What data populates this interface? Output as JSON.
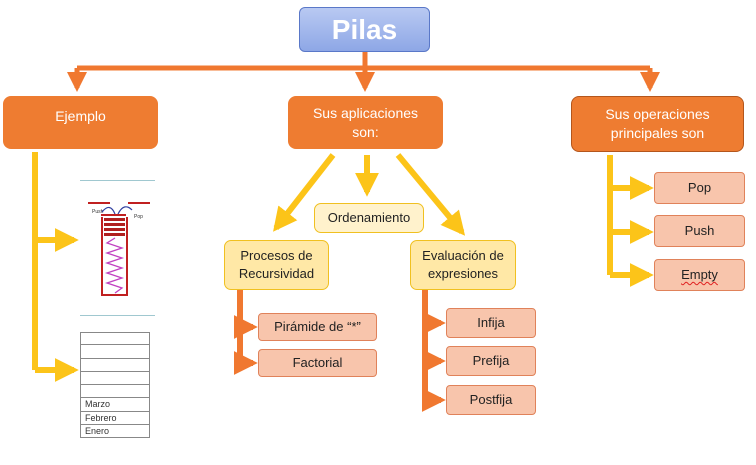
{
  "title": "Pilas",
  "branches": {
    "ejemplo": "Ejemplo",
    "aplicaciones": "Sus aplicaciones son:",
    "operaciones": "Sus operaciones principales son"
  },
  "aplicaciones": {
    "ordenamiento": "Ordenamiento",
    "recursividad": "Procesos de Recursividad",
    "evaluacion": "Evaluación de expresiones"
  },
  "recursividad_items": [
    "Pirámide de “*”",
    "Factorial"
  ],
  "evaluacion_items": [
    "Infija",
    "Prefija",
    "Postfija"
  ],
  "operaciones_items": [
    "Pop",
    "Push",
    "Empty"
  ],
  "stack_figure": {
    "push_label": "Push",
    "pop_label": "Pop"
  },
  "stack_list": [
    "",
    "",
    "",
    "",
    "",
    "Marzo",
    "Febrero",
    "Enero"
  ],
  "colors": {
    "root": "#8ea7e6",
    "branch": "#ee7c31",
    "application": "#ffe8a6",
    "leaf": "#f8c5ac",
    "connector_yellow": "#fcc419",
    "connector_orange": "#f07830"
  }
}
